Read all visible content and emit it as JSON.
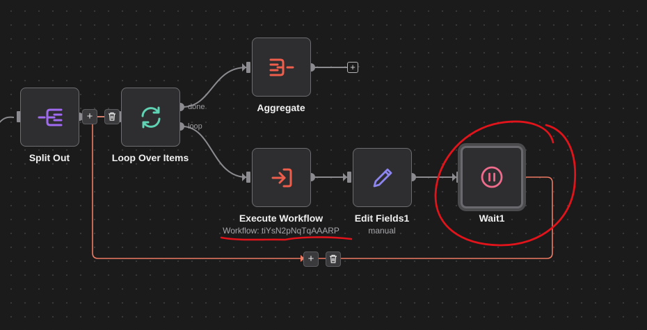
{
  "nodes": {
    "split_out": {
      "label": "Split Out"
    },
    "loop_over_items": {
      "label": "Loop Over Items",
      "outputs": {
        "done": "done",
        "loop": "loop"
      }
    },
    "aggregate": {
      "label": "Aggregate"
    },
    "execute_workflow": {
      "label": "Execute Workflow",
      "subtitle": "Workflow: tiYsN2pNqTqAAARP"
    },
    "edit_fields": {
      "label": "Edit Fields1",
      "subtitle": "manual"
    },
    "wait": {
      "label": "Wait1"
    }
  },
  "edge_controls": {
    "add_symbol": "+"
  },
  "colors": {
    "canvas": "#1b1b1c",
    "edge": "#8c8c90",
    "loop_edge": "#ef7b63",
    "annotation": "#e0141a",
    "split_out_icon": "#a06bf0",
    "loop_icon": "#5fd3b3",
    "aggregate_icon": "#ef5e4b",
    "execute_icon": "#ef5e4b",
    "edit_icon": "#8e86f0",
    "wait_icon": "#f06c8c"
  }
}
